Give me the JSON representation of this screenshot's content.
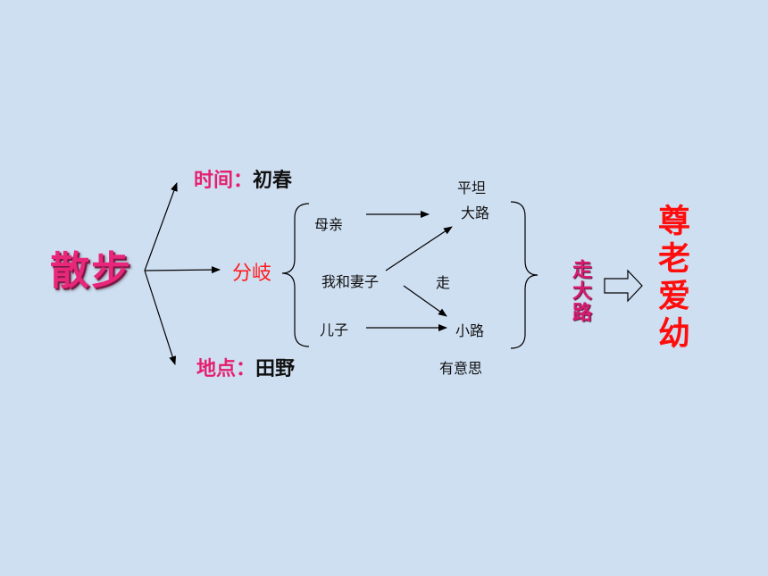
{
  "root": "散步",
  "time": {
    "key": "时间：",
    "value": "初春"
  },
  "place": {
    "key": "地点：",
    "value": "田野"
  },
  "branch": "分岐",
  "people": {
    "mother": "母亲",
    "couple": "我和妻子",
    "son": "儿子"
  },
  "paths": {
    "flat_line1": "平坦",
    "flat_line2": "大路",
    "walk": "走",
    "small": "小路",
    "interesting": "有意思"
  },
  "result": "走大路",
  "theme": "尊老爱幼",
  "colors": {
    "background": "#cfdff2",
    "pink": "#e5206f",
    "red": "#ff1a1a"
  }
}
